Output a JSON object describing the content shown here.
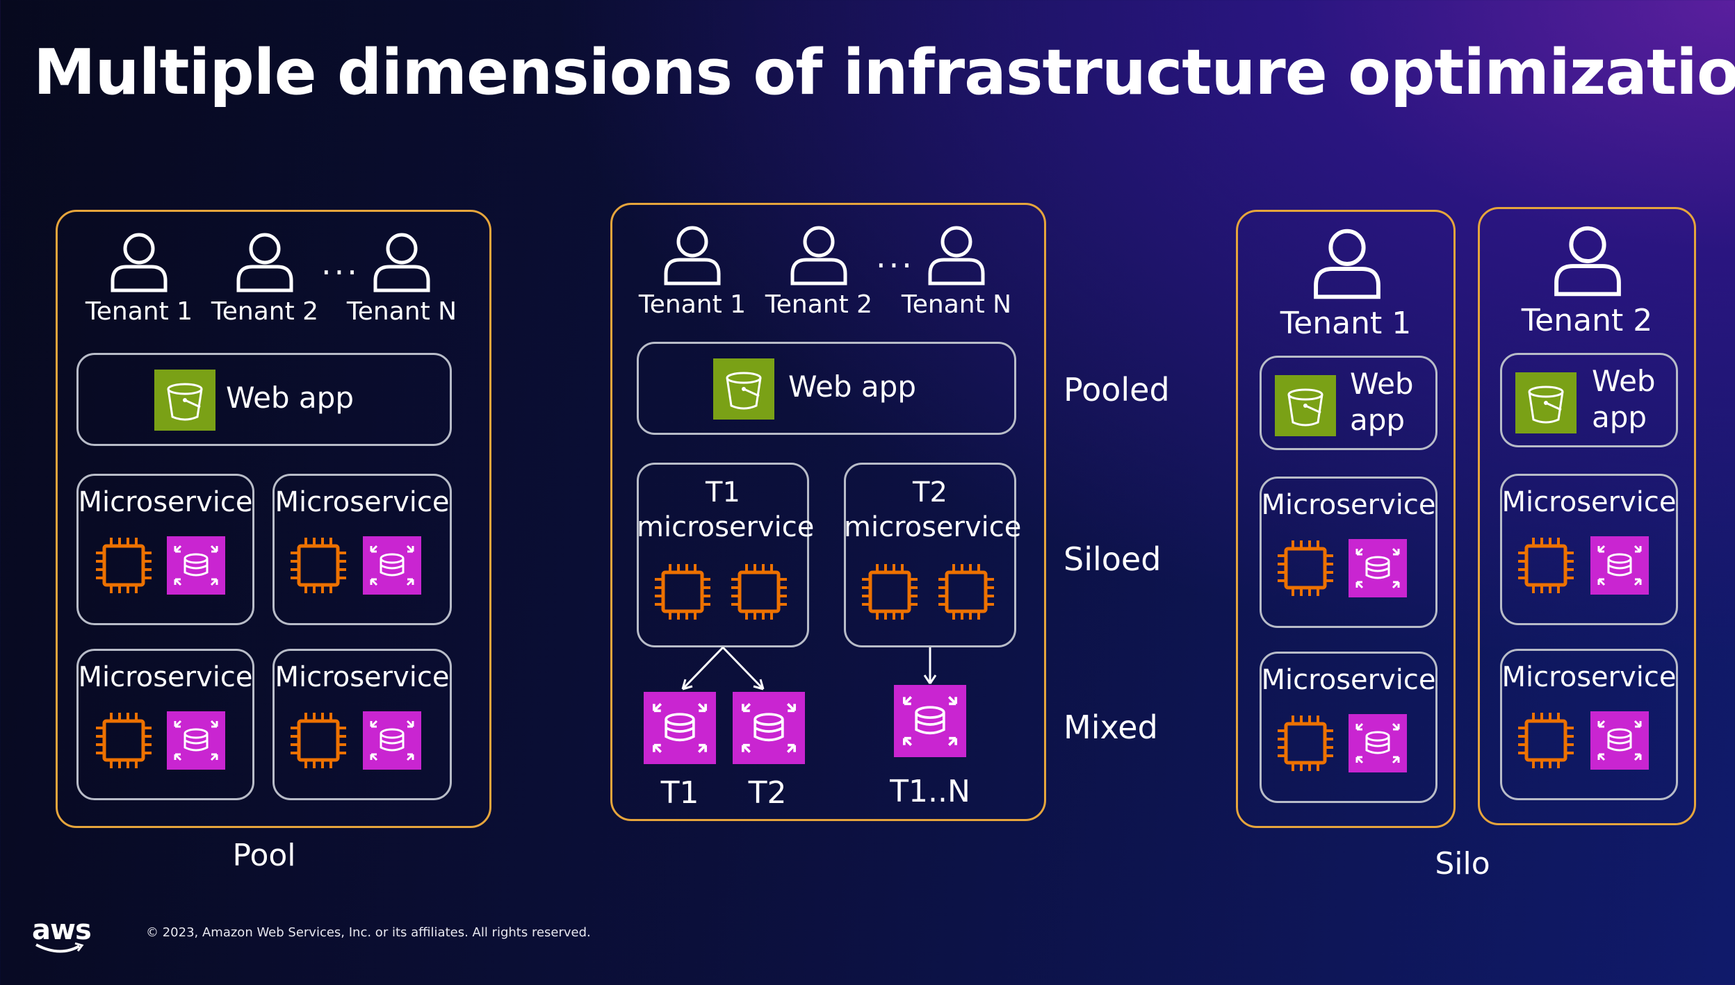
{
  "title": "Multiple dimensions of infrastructure optimization",
  "pool": {
    "tenants": [
      "Tenant 1",
      "Tenant 2",
      "Tenant N"
    ],
    "ellipsis": "...",
    "web_app": "Web app",
    "microservices": [
      "Microservice",
      "Microservice",
      "Microservice",
      "Microservice"
    ],
    "caption": "Pool"
  },
  "mixed": {
    "tenants": [
      "Tenant 1",
      "Tenant 2",
      "Tenant N"
    ],
    "ellipsis": "...",
    "web_app": "Web app",
    "t1_service": [
      "T1",
      "microservice"
    ],
    "t2_service": [
      "T2",
      "microservice"
    ],
    "databases": [
      "T1",
      "T2",
      "T1..N"
    ]
  },
  "row_labels": [
    "Pooled",
    "Siloed",
    "Mixed"
  ],
  "silo": {
    "tenants": [
      {
        "name": "Tenant 1",
        "web_app": [
          "Web",
          "app"
        ],
        "microservices": [
          "Microservice",
          "Microservice"
        ]
      },
      {
        "name": "Tenant 2",
        "web_app": [
          "Web",
          "app"
        ],
        "microservices": [
          "Microservice",
          "Microservice"
        ]
      }
    ],
    "caption": "Silo"
  },
  "footer": {
    "logo": "aws",
    "copyright": "© 2023, Amazon Web Services, Inc. or its affiliates. All rights reserved."
  },
  "colors": {
    "panel_border": "#e6a53c",
    "box_border": "#b8bcc8",
    "bucket_green": "#7aa116",
    "chip_orange": "#ed7100",
    "db_magenta": "#c925d1"
  },
  "icons": [
    "user-icon",
    "s3-bucket-icon",
    "ec2-chip-icon",
    "rds-database-icon",
    "arrow-icon"
  ]
}
